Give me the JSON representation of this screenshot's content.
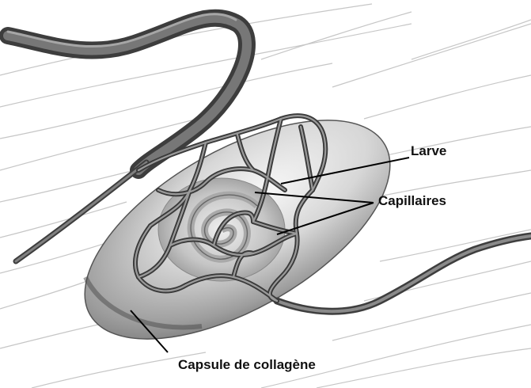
{
  "labels": {
    "larve": "Larve",
    "capillaires": "Capillaires",
    "capsule": "Capsule de collagène"
  },
  "colors": {
    "vessel": "#555555",
    "vessel_light": "#8a8a8a",
    "capsule_shadow": "#6e6e6e",
    "fiber": "#c8c8c8",
    "larva": "#9a9a9a"
  }
}
